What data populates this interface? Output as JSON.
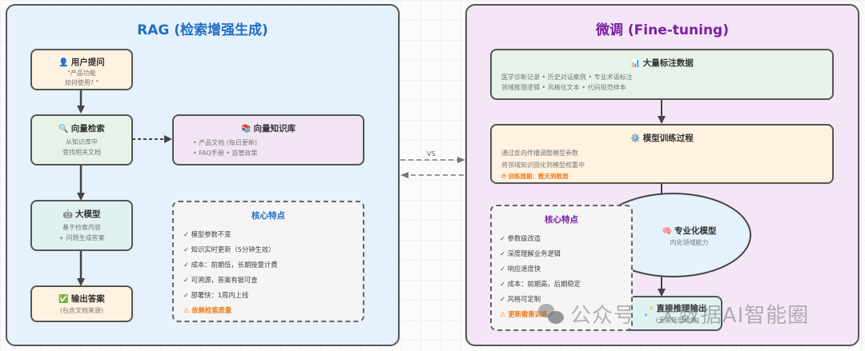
{
  "rag": {
    "title": "RAG (检索增强生成)",
    "user_question": {
      "icon": "user-icon",
      "glyph": "👤",
      "title": "用户提问",
      "lines": [
        "\"产品功能",
        "如何使用? \""
      ]
    },
    "vector_search": {
      "icon": "magnifier-icon",
      "glyph": "🔍",
      "title": "向量检索",
      "lines": [
        "从知识库中",
        "查找相关文档"
      ]
    },
    "knowledge_base": {
      "icon": "books-icon",
      "glyph": "📚",
      "title": "向量知识库",
      "lines": [
        "• 产品文档 (每日更新)",
        "• FAQ手册 • 监管政策"
      ]
    },
    "llm": {
      "icon": "robot-icon",
      "glyph": "🤖",
      "title": "大模型",
      "lines": [
        "基于检索内容",
        "+ 问题生成答案"
      ]
    },
    "output": {
      "icon": "check-icon",
      "glyph": "✅",
      "title": "输出答案",
      "lines": [
        "(包含文档来源)"
      ]
    },
    "features": {
      "title": "核心特点",
      "items": [
        "✓ 模型参数不变",
        "✓ 知识实时更新（5分钟生效）",
        "✓ 成本：前期低，长期按量计费",
        "✓ 可溯源，答案有据可查",
        "✓ 部署快：1周内上线"
      ],
      "warning": "⚠ 依赖检索质量"
    }
  },
  "vs_label": "VS",
  "finetune": {
    "title": "微调 (Fine-tuning)",
    "labeled_data": {
      "icon": "bar-chart-icon",
      "glyph": "📊",
      "title": "大量标注数据",
      "lines": [
        "医学诊断记录 • 历史对话案例 • 专业术语标注",
        "领域推理逻辑 • 风格化文本 • 代码规范样本"
      ]
    },
    "training": {
      "icon": "gear-icon",
      "glyph": "⚙️",
      "title": "模型训练过程",
      "lines": [
        "通过反向传播调整模型参数",
        "将领域知识固化到模型权重中"
      ],
      "note": "⏱ 训练周期：数天到数周"
    },
    "specialized_model": {
      "icon": "brain-icon",
      "glyph": "🧠",
      "title": "专业化模型",
      "sub": "内化领域能力"
    },
    "direct_output": {
      "icon": "lightning-icon",
      "glyph": "⚡",
      "title": "直接推理输出",
      "sub": "(无需外部检索)"
    },
    "features": {
      "title": "核心特点",
      "items": [
        "✓ 参数级改造",
        "✓ 深度理解业务逻辑",
        "✓ 响应速度快",
        "✓ 成本：前期高，后期稳定",
        "✓ 风格可定制"
      ],
      "warning": "⚠ 更新需重训练"
    }
  },
  "watermark": "公众号 · 大数据AI智能圈",
  "colors": {
    "rag_accent": "#1f6fc4",
    "ft_accent": "#7b1fa2",
    "warning": "#f07c1c"
  }
}
